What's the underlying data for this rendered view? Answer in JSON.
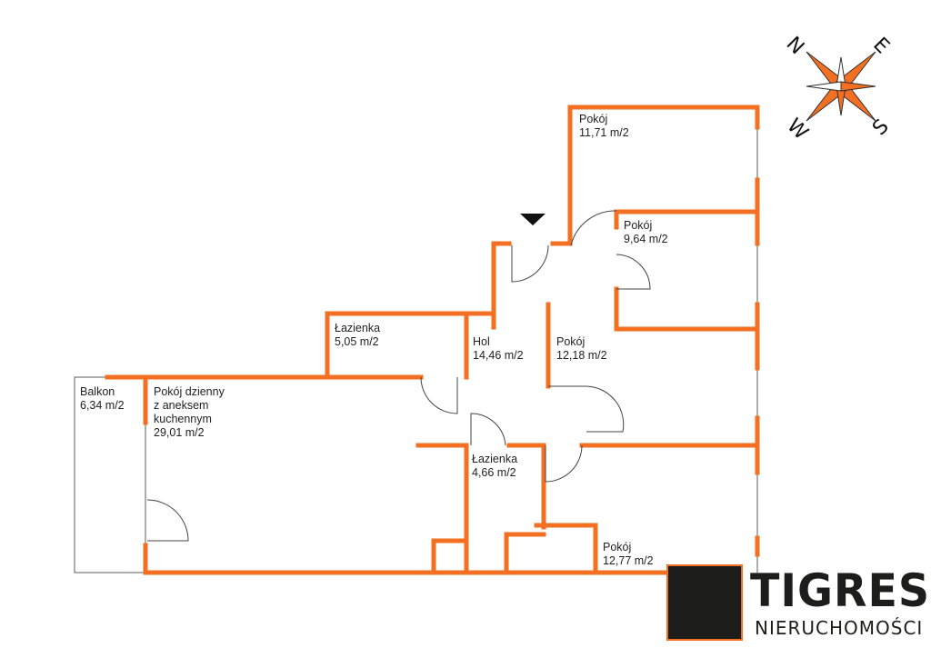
{
  "rooms": [
    {
      "name": "Pokój",
      "area": "11,71 m/2"
    },
    {
      "name": "Pokój",
      "area": "9,64 m/2"
    },
    {
      "name": "Łazienka",
      "area": "5,05 m/2"
    },
    {
      "name": "Hol",
      "area": "14,46 m/2"
    },
    {
      "name": "Pokój",
      "area": "12,18 m/2"
    },
    {
      "name": "Balkon",
      "area": "6,34 m/2"
    },
    {
      "name_lines": [
        "Pokój dzienny",
        "z aneksem",
        "kuchennym"
      ],
      "area": "29,01 m/2"
    },
    {
      "name": "Łazienka",
      "area": "4,66 m/2"
    },
    {
      "name": "Pokój",
      "area": "12,77 m/2"
    }
  ],
  "compass": {
    "n": "N",
    "e": "E",
    "s": "S",
    "w": "W"
  },
  "logo": {
    "name": "TIGRES",
    "subtitle": "NIERUCHOMOŚCI"
  },
  "colors": {
    "wall": "#f36f21",
    "logo_bg": "#1d1d1b"
  }
}
